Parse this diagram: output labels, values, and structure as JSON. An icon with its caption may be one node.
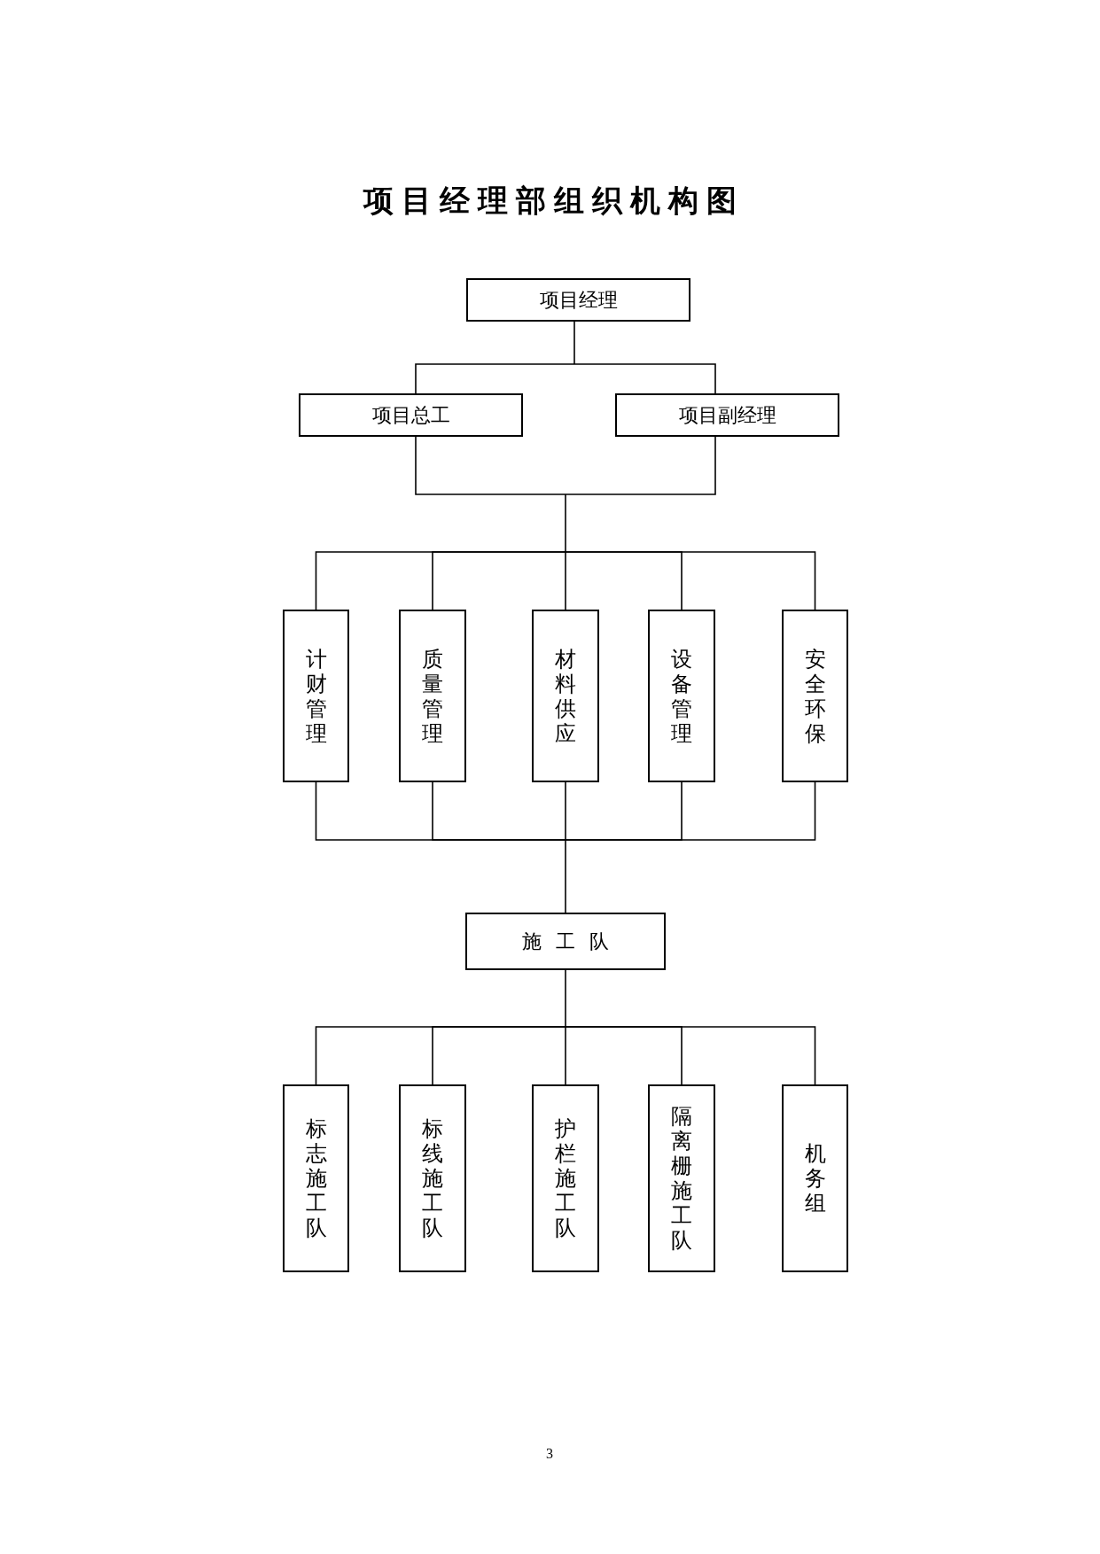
{
  "diagram": {
    "title": "项目经理部组织机构图",
    "nodes": [
      {
        "text": [
          "项目经理"
        ]
      },
      {
        "text": [
          "项目总工"
        ]
      },
      {
        "text": [
          "项目副经理"
        ]
      },
      {
        "text": [
          "计财管理"
        ]
      },
      {
        "text": [
          "质量管理"
        ]
      },
      {
        "text": [
          "材料供应"
        ]
      },
      {
        "text": [
          "设备管理"
        ]
      },
      {
        "text": [
          "安全环保"
        ]
      },
      {
        "text": [
          "施 工 队"
        ]
      },
      {
        "text": [
          "标志施工队"
        ]
      },
      {
        "text": [
          "标线施工队"
        ]
      },
      {
        "text": [
          "护栏施工队"
        ]
      },
      {
        "text": [
          "隔离栅施工队"
        ]
      },
      {
        "text": [
          "机务组"
        ]
      }
    ],
    "edges": [
      {
        "from": 0,
        "to": 1,
        "arrow": "none"
      },
      {
        "from": 0,
        "to": 2,
        "arrow": "none"
      },
      {
        "from": 1,
        "to": 3,
        "arrow": "none"
      },
      {
        "from": 1,
        "to": 4,
        "arrow": "none"
      },
      {
        "from": 1,
        "to": 5,
        "arrow": "none"
      },
      {
        "from": 1,
        "to": 6,
        "arrow": "none"
      },
      {
        "from": 1,
        "to": 7,
        "arrow": "none"
      },
      {
        "from": 2,
        "to": 3,
        "arrow": "none"
      },
      {
        "from": 2,
        "to": 4,
        "arrow": "none"
      },
      {
        "from": 2,
        "to": 5,
        "arrow": "none"
      },
      {
        "from": 2,
        "to": 6,
        "arrow": "none"
      },
      {
        "from": 2,
        "to": 7,
        "arrow": "none"
      },
      {
        "from": 3,
        "to": 8,
        "arrow": "none"
      },
      {
        "from": 4,
        "to": 8,
        "arrow": "none"
      },
      {
        "from": 5,
        "to": 8,
        "arrow": "none"
      },
      {
        "from": 6,
        "to": 8,
        "arrow": "none"
      },
      {
        "from": 7,
        "to": 8,
        "arrow": "none"
      },
      {
        "from": 8,
        "to": 9,
        "arrow": "none"
      },
      {
        "from": 8,
        "to": 10,
        "arrow": "none"
      },
      {
        "from": 8,
        "to": 11,
        "arrow": "none"
      },
      {
        "from": 8,
        "to": 12,
        "arrow": "none"
      },
      {
        "from": 8,
        "to": 13,
        "arrow": "none"
      }
    ],
    "labels": [
      "3"
    ]
  }
}
